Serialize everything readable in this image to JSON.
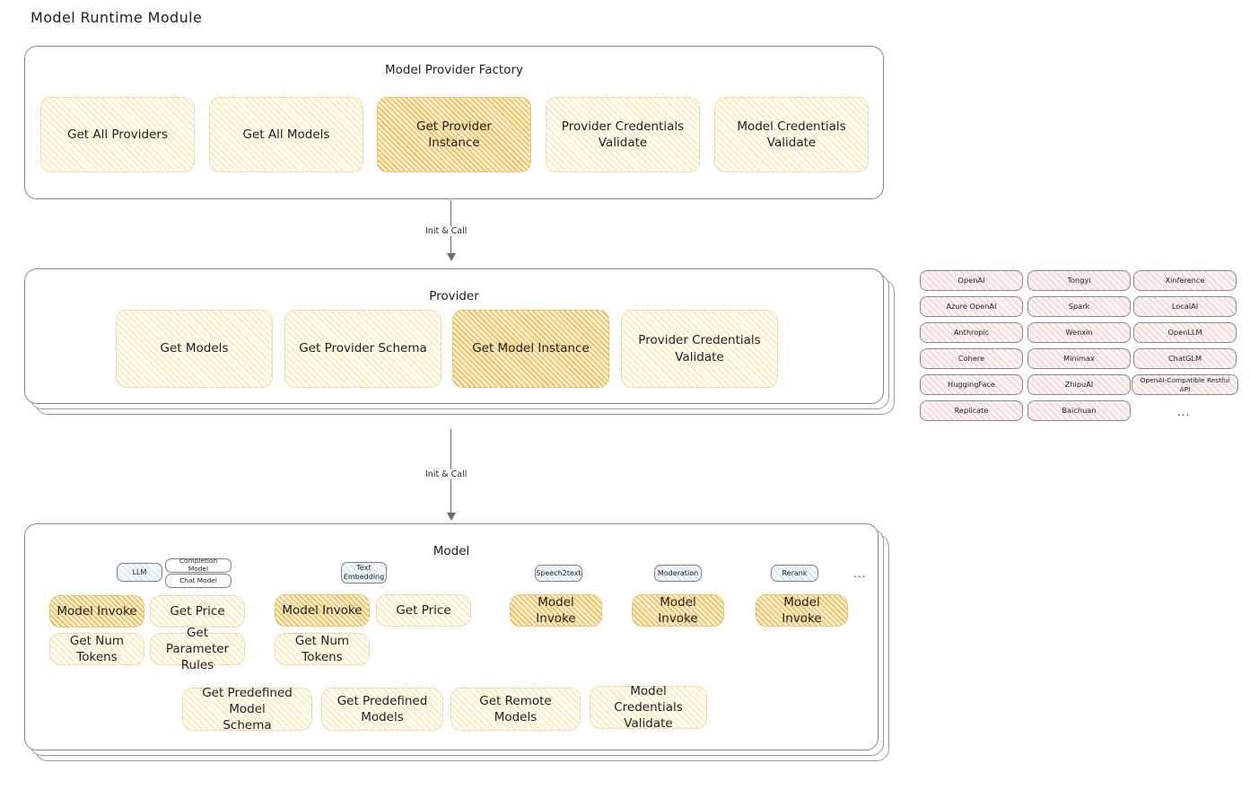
{
  "page": {
    "title": "Model Runtime Module"
  },
  "factory": {
    "title": "Model Provider Factory",
    "boxes": [
      {
        "label": "Get All Providers",
        "highlight": false
      },
      {
        "label": "Get All Models",
        "highlight": false
      },
      {
        "label": "Get Provider\nInstance",
        "highlight": true
      },
      {
        "label": "Provider Credentials\nValidate",
        "highlight": false
      },
      {
        "label": "Model Credentials\nValidate",
        "highlight": false
      }
    ]
  },
  "arrows": [
    {
      "label": "Init & Call"
    },
    {
      "label": "Init & Call"
    }
  ],
  "provider": {
    "title": "Provider",
    "boxes": [
      {
        "label": "Get Models",
        "highlight": false
      },
      {
        "label": "Get Provider Schema",
        "highlight": false
      },
      {
        "label": "Get Model Instance",
        "highlight": true
      },
      {
        "label": "Provider Credentials\nValidate",
        "highlight": false
      }
    ]
  },
  "provider_list": {
    "columns": [
      {
        "items": [
          "OpenAI",
          "Azure OpenAI",
          "Anthropic",
          "Cohere",
          "HuggingFace",
          "Replicate"
        ]
      },
      {
        "items": [
          "Tongyi",
          "Spark",
          "Wenxin",
          "Minimax",
          "ZhipuAI",
          "Baichuan"
        ]
      },
      {
        "items": [
          "Xinference",
          "LocalAI",
          "OpenLLM",
          "ChatGLM",
          "OpenAI-Compatible Restful API"
        ]
      }
    ],
    "more": "..."
  },
  "model": {
    "title": "Model",
    "more_tag": "...",
    "types": [
      {
        "tag": "LLM",
        "subtags": [
          "Completion Model",
          "Chat Model"
        ],
        "boxes": [
          {
            "label": "Model Invoke",
            "highlight": true
          },
          {
            "label": "Get Price",
            "highlight": false
          },
          {
            "label": "Get Num Tokens",
            "highlight": false
          },
          {
            "label": "Get Parameter\nRules",
            "highlight": false
          }
        ]
      },
      {
        "tag": "Text\nEmbedding",
        "subtags": [],
        "boxes": [
          {
            "label": "Model Invoke",
            "highlight": true
          },
          {
            "label": "Get Price",
            "highlight": false
          },
          {
            "label": "Get Num Tokens",
            "highlight": false
          }
        ]
      },
      {
        "tag": "Speech2text",
        "subtags": [],
        "boxes": [
          {
            "label": "Model Invoke",
            "highlight": true
          }
        ]
      },
      {
        "tag": "Moderation",
        "subtags": [],
        "boxes": [
          {
            "label": "Model Invoke",
            "highlight": true
          }
        ]
      },
      {
        "tag": "Rerank",
        "subtags": [],
        "boxes": [
          {
            "label": "Model Invoke",
            "highlight": true
          }
        ]
      }
    ],
    "common_boxes": [
      {
        "label": "Get Predefined Model\nSchema"
      },
      {
        "label": "Get Predefined\nModels"
      },
      {
        "label": "Get Remote Models"
      },
      {
        "label": "Model Credentials\nValidate"
      }
    ]
  },
  "colors": {
    "highlight_fill": "#f0b236",
    "normal_fill": "#f7cc5c",
    "provider_pill": "#e27d7d",
    "model_tag": "#6eaad7",
    "card_border": "#868686"
  }
}
